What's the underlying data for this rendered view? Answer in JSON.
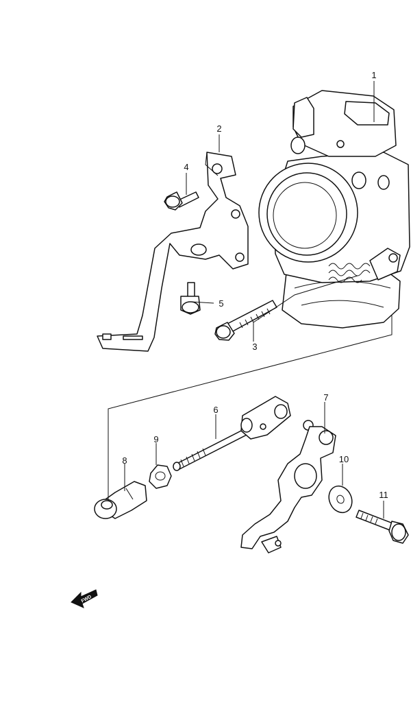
{
  "callouts": {
    "c1": "1",
    "c2": "2",
    "c3": "3",
    "c4": "4",
    "c5": "5",
    "c6": "6",
    "c7": "7",
    "c8": "8",
    "c9": "9",
    "c10": "10",
    "c11": "11"
  },
  "fwd_label": "FWD",
  "colors": {
    "line": "#111111",
    "background": "#ffffff"
  }
}
